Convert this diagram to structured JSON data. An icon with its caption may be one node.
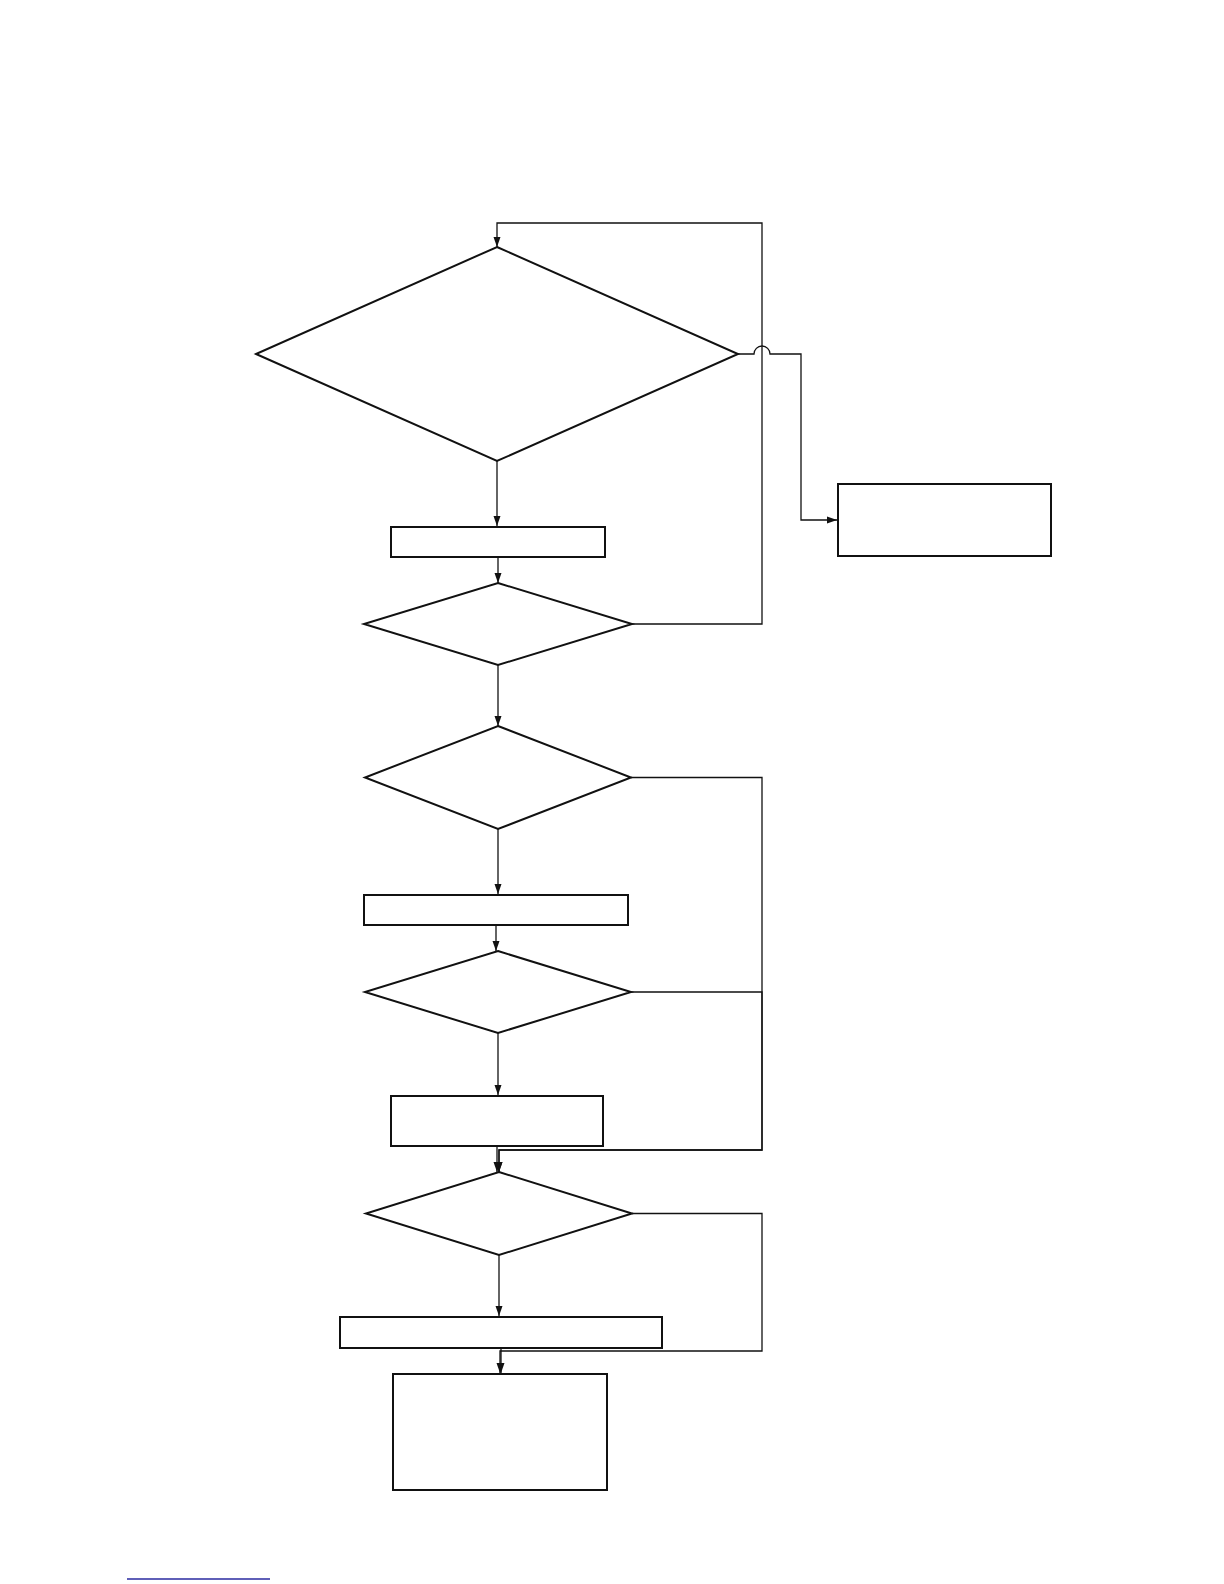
{
  "diagram": {
    "nodes": [
      {
        "text": [],
        "shape": "diamond"
      },
      {
        "text": [],
        "shape": "box"
      },
      {
        "text": [],
        "shape": "box"
      },
      {
        "text": [],
        "shape": "diamond"
      },
      {
        "text": [],
        "shape": "diamond"
      },
      {
        "text": [],
        "shape": "box"
      },
      {
        "text": [],
        "shape": "diamond"
      },
      {
        "text": [],
        "shape": "box"
      },
      {
        "text": [],
        "shape": "diamond"
      },
      {
        "text": [],
        "shape": "box"
      },
      {
        "text": [],
        "shape": "box"
      }
    ],
    "edges": [
      {
        "from": 0,
        "to": 2,
        "arrow": "to"
      },
      {
        "from": 0,
        "to": 1,
        "arrow": "to"
      },
      {
        "from": 2,
        "to": 3,
        "arrow": "to"
      },
      {
        "from": 3,
        "to": 0,
        "arrow": "to"
      },
      {
        "from": 3,
        "to": 4,
        "arrow": "to"
      },
      {
        "from": 4,
        "to": 8,
        "arrow": "to"
      },
      {
        "from": 4,
        "to": 5,
        "arrow": "to"
      },
      {
        "from": 5,
        "to": 6,
        "arrow": "to"
      },
      {
        "from": 6,
        "to": 7,
        "arrow": "to"
      },
      {
        "from": 6,
        "to": 8,
        "arrow": "to"
      },
      {
        "from": 7,
        "to": 8,
        "arrow": "to"
      },
      {
        "from": 8,
        "to": 9,
        "arrow": "to"
      },
      {
        "from": 8,
        "to": 10,
        "arrow": "to"
      },
      {
        "from": 9,
        "to": 10,
        "arrow": "to"
      }
    ]
  }
}
